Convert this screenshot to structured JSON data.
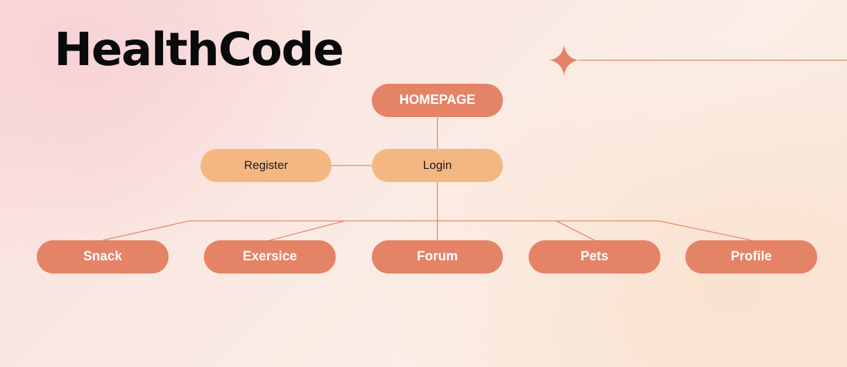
{
  "title": "HealthCode",
  "nodes": {
    "homepage": "HOMEPAGE",
    "register": "Register",
    "login": "Login",
    "snack": "Snack",
    "exersice": "Exersice",
    "forum": "Forum",
    "pets": "Pets",
    "profile": "Profile"
  },
  "edges": [
    [
      "homepage",
      "login"
    ],
    [
      "register",
      "login"
    ],
    [
      "login",
      "snack"
    ],
    [
      "login",
      "exersice"
    ],
    [
      "login",
      "forum"
    ],
    [
      "login",
      "pets"
    ],
    [
      "login",
      "profile"
    ]
  ],
  "colors": {
    "primary_node": "#e58367",
    "secondary_node": "#f5b782",
    "connector": "#e58367",
    "title_text": "#0a0a0a"
  },
  "icons": {
    "decoration": "four-point-sparkle-icon"
  }
}
